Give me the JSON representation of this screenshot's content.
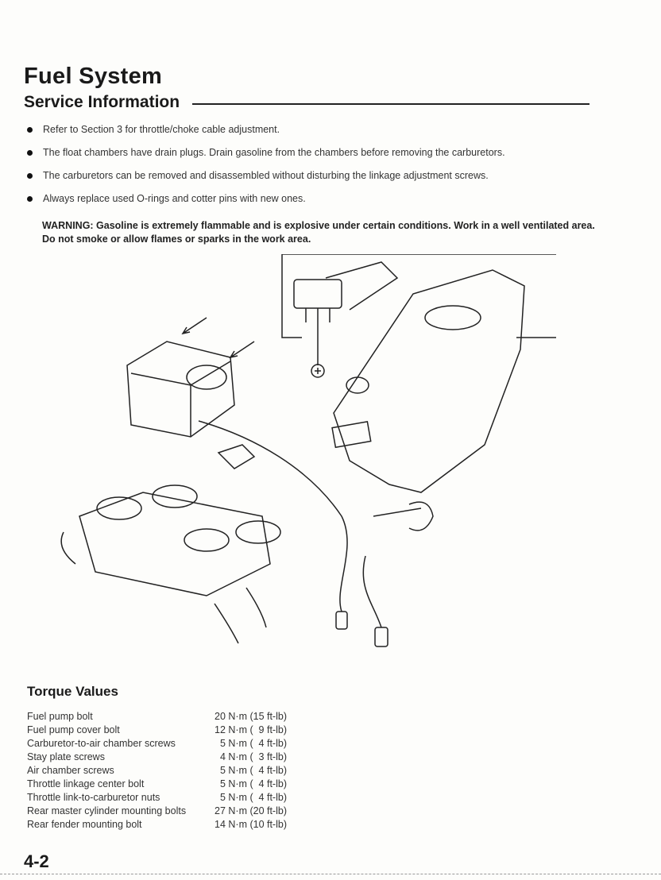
{
  "title": "Fuel System",
  "subtitle": "Service Information",
  "bullets": [
    "Refer to Section 3 for throttle/choke cable adjustment.",
    "The float chambers have drain plugs. Drain gasoline from the chambers before removing the carburetors.",
    "The carburetors can be removed and disassembled without disturbing the linkage adjustment screws.",
    "Always replace used O-rings and cotter pins with new ones."
  ],
  "warning": "WARNING: Gasoline is extremely flammable and is explosive under certain conditions. Work in a well ventilated area. Do not smoke or allow flames or sparks in the work area.",
  "torque": {
    "heading": "Torque Values",
    "rows": [
      {
        "name": "Fuel pump bolt",
        "value": "20 N·m (15 ft-lb)"
      },
      {
        "name": "Fuel pump cover bolt",
        "value": "12 N·m (  9 ft-lb)"
      },
      {
        "name": "Carburetor-to-air chamber screws",
        "value": "  5 N·m (  4 ft-lb)"
      },
      {
        "name": "Stay plate screws",
        "value": "  4 N·m (  3 ft-lb)"
      },
      {
        "name": "Air chamber screws",
        "value": "  5 N·m (  4 ft-lb)"
      },
      {
        "name": "Throttle linkage center bolt",
        "value": "  5 N·m (  4 ft-lb)"
      },
      {
        "name": "Throttle link-to-carburetor nuts",
        "value": "  5 N·m (  4 ft-lb)"
      },
      {
        "name": "Rear master cylinder mounting bolts",
        "value": "27 N·m (20 ft-lb)"
      },
      {
        "name": "Rear fender mounting bolt",
        "value": "14 N·m (10 ft-lb)"
      }
    ]
  },
  "page_number": "4-2"
}
